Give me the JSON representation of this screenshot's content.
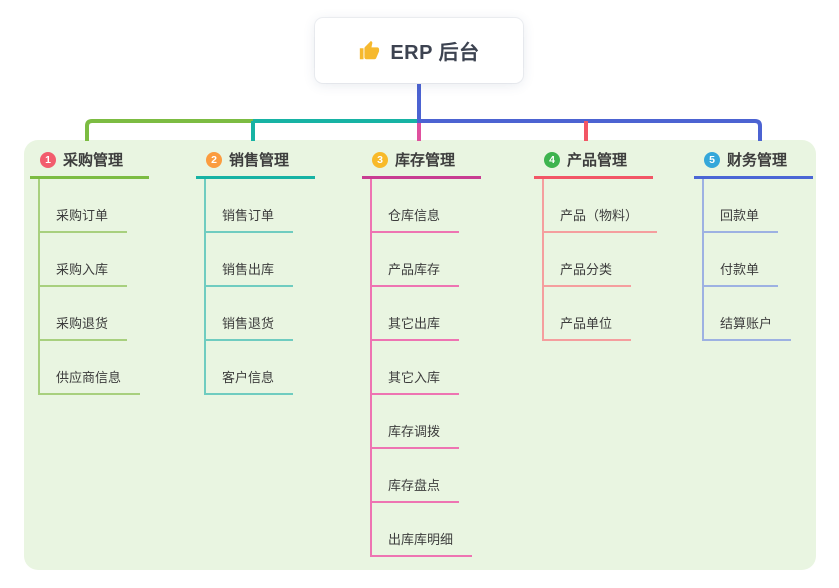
{
  "root": {
    "label": "ERP 后台",
    "icon": "thumbs-up-icon",
    "icon_color": "#f6b92e"
  },
  "branches": [
    {
      "index": "1",
      "label": "采购管理",
      "badge_color": "#f25d6d",
      "line_color": "#7cbc42",
      "tint_color": "#a8d07e",
      "children": [
        "采购订单",
        "采购入库",
        "采购退货",
        "供应商信息"
      ]
    },
    {
      "index": "2",
      "label": "销售管理",
      "badge_color": "#fb9c3f",
      "line_color": "#17b3a4",
      "tint_color": "#6fccc0",
      "children": [
        "销售订单",
        "销售出库",
        "销售退货",
        "客户信息"
      ]
    },
    {
      "index": "3",
      "label": "库存管理",
      "badge_color": "#f8ba29",
      "line_color": "#c83d92",
      "tint_color": "#ee74b2",
      "children": [
        "仓库信息",
        "产品库存",
        "其它出库",
        "其它入库",
        "库存调拨",
        "库存盘点",
        "出库库明细"
      ]
    },
    {
      "index": "4",
      "label": "产品管理",
      "badge_color": "#3eb44f",
      "line_color": "#f25666",
      "tint_color": "#f59e9e",
      "children": [
        "产品（物料）",
        "产品分类",
        "产品单位"
      ]
    },
    {
      "index": "5",
      "label": "财务管理",
      "badge_color": "#34a7da",
      "line_color": "#4b66d5",
      "tint_color": "#9db1e2",
      "children": [
        "回款单",
        "付款单",
        "结算账户"
      ]
    }
  ],
  "colors": {
    "background": "#ffffff",
    "panel_bg": "#e9f5e1",
    "text": "#3d3d3d",
    "root_text": "#3d4351",
    "stem_blue": "#4c63d2",
    "connector_green": "#7cbc42",
    "connector_teal": "#17b3a4",
    "connector_blue": "#4c63d2",
    "drop_pink": "#e0509f",
    "drop_red": "#f25666"
  }
}
